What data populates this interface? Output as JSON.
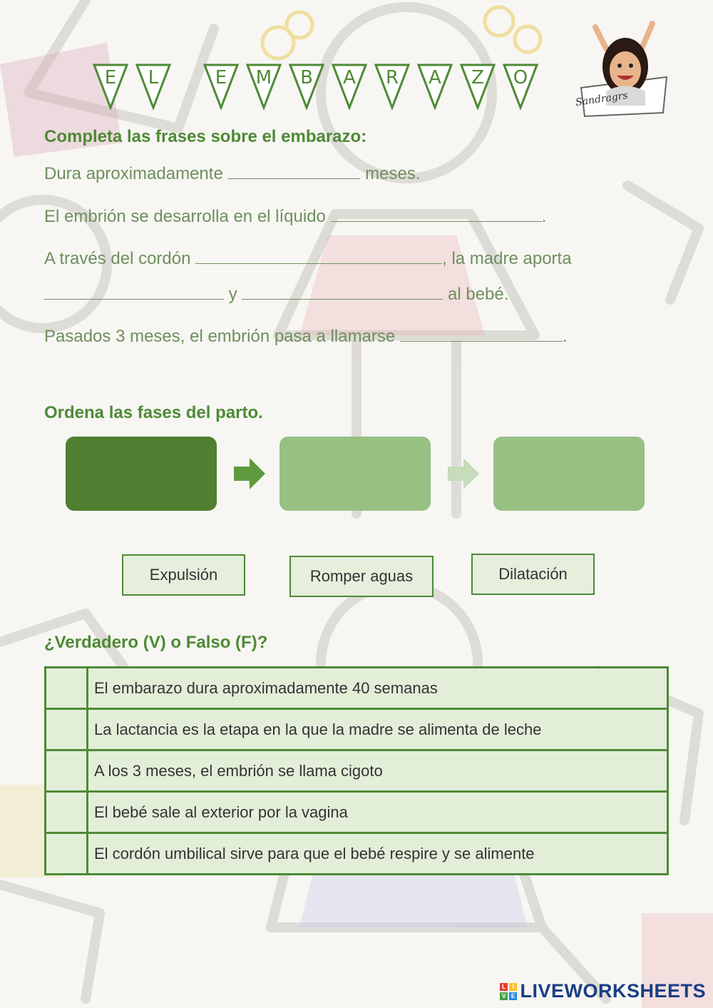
{
  "title_letters": [
    "E",
    "L",
    "E",
    "M",
    "B",
    "A",
    "R",
    "A",
    "Z",
    "O"
  ],
  "avatar": {
    "signature": "Sandragrs"
  },
  "section1": {
    "heading": "Completa las frases sobre el embarazo:",
    "s1a": "Dura aproximadamente",
    "s1b": "meses.",
    "s2a": "El embrión se desarrolla en el líquido",
    "s2b": ".",
    "s3a": "A través del cordón",
    "s3b": ", la madre aporta",
    "s4a": "y",
    "s4b": "al bebé.",
    "s5a": "Pasados 3 meses, el embrión pasa a llamarse",
    "s5b": "."
  },
  "section2": {
    "heading": "Ordena las fases del parto.",
    "options": [
      "Expulsión",
      "Romper aguas",
      "Dilatación"
    ]
  },
  "section3": {
    "heading": "¿Verdadero (V) o Falso (F)?",
    "statements": [
      "El embarazo dura aproximadamente 40 semanas",
      "La lactancia es la etapa en la que la madre se alimenta de leche",
      "A los 3 meses, el embrión se llama cigoto",
      "El bebé sale al exterior por la vagina",
      "El cordón umbilical sirve para que el bebé respire y se alimente"
    ]
  },
  "footer": {
    "brand": "LIVEWORKSHEETS"
  },
  "colors": {
    "dark_green": "#4e8a35",
    "mid_green": "#97c083",
    "pale_green": "#e3eed9",
    "text_green": "#6f8f5e"
  }
}
